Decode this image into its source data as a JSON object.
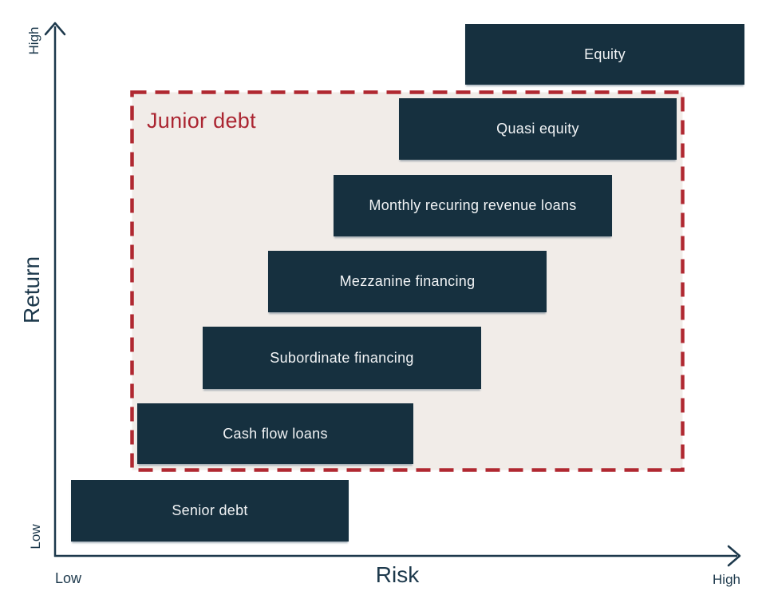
{
  "chart_data": {
    "type": "scatter",
    "title": "",
    "xlabel": "Risk",
    "ylabel": "Return",
    "x_ticks": [
      "Low",
      "High"
    ],
    "y_ticks": [
      "Low",
      "High"
    ],
    "grid": false,
    "items": [
      {
        "label": "Senior debt",
        "risk_rank": 1,
        "return_rank": 1,
        "in_junior_debt_group": false
      },
      {
        "label": "Cash flow loans",
        "risk_rank": 2,
        "return_rank": 2,
        "in_junior_debt_group": true
      },
      {
        "label": "Subordinate financing",
        "risk_rank": 3,
        "return_rank": 3,
        "in_junior_debt_group": true
      },
      {
        "label": "Mezzanine financing",
        "risk_rank": 4,
        "return_rank": 4,
        "in_junior_debt_group": true
      },
      {
        "label": "Monthly recuring revenue loans",
        "risk_rank": 5,
        "return_rank": 5,
        "in_junior_debt_group": true
      },
      {
        "label": "Quasi equity",
        "risk_rank": 6,
        "return_rank": 6,
        "in_junior_debt_group": true
      },
      {
        "label": "Equity",
        "risk_rank": 7,
        "return_rank": 7,
        "in_junior_debt_group": false
      }
    ],
    "annotations": [
      {
        "label": "Junior debt",
        "covers": [
          "Cash flow loans",
          "Subordinate financing",
          "Mezzanine financing",
          "Monthly recuring revenue loans",
          "Quasi equity"
        ]
      }
    ]
  },
  "colors": {
    "box_fill": "#16303f",
    "box_text": "#f2f4f6",
    "axis": "#1d394c",
    "junior_debt_red": "#ab2531",
    "junior_debt_region_fill": "#f1ece8",
    "background": "#ffffff"
  }
}
